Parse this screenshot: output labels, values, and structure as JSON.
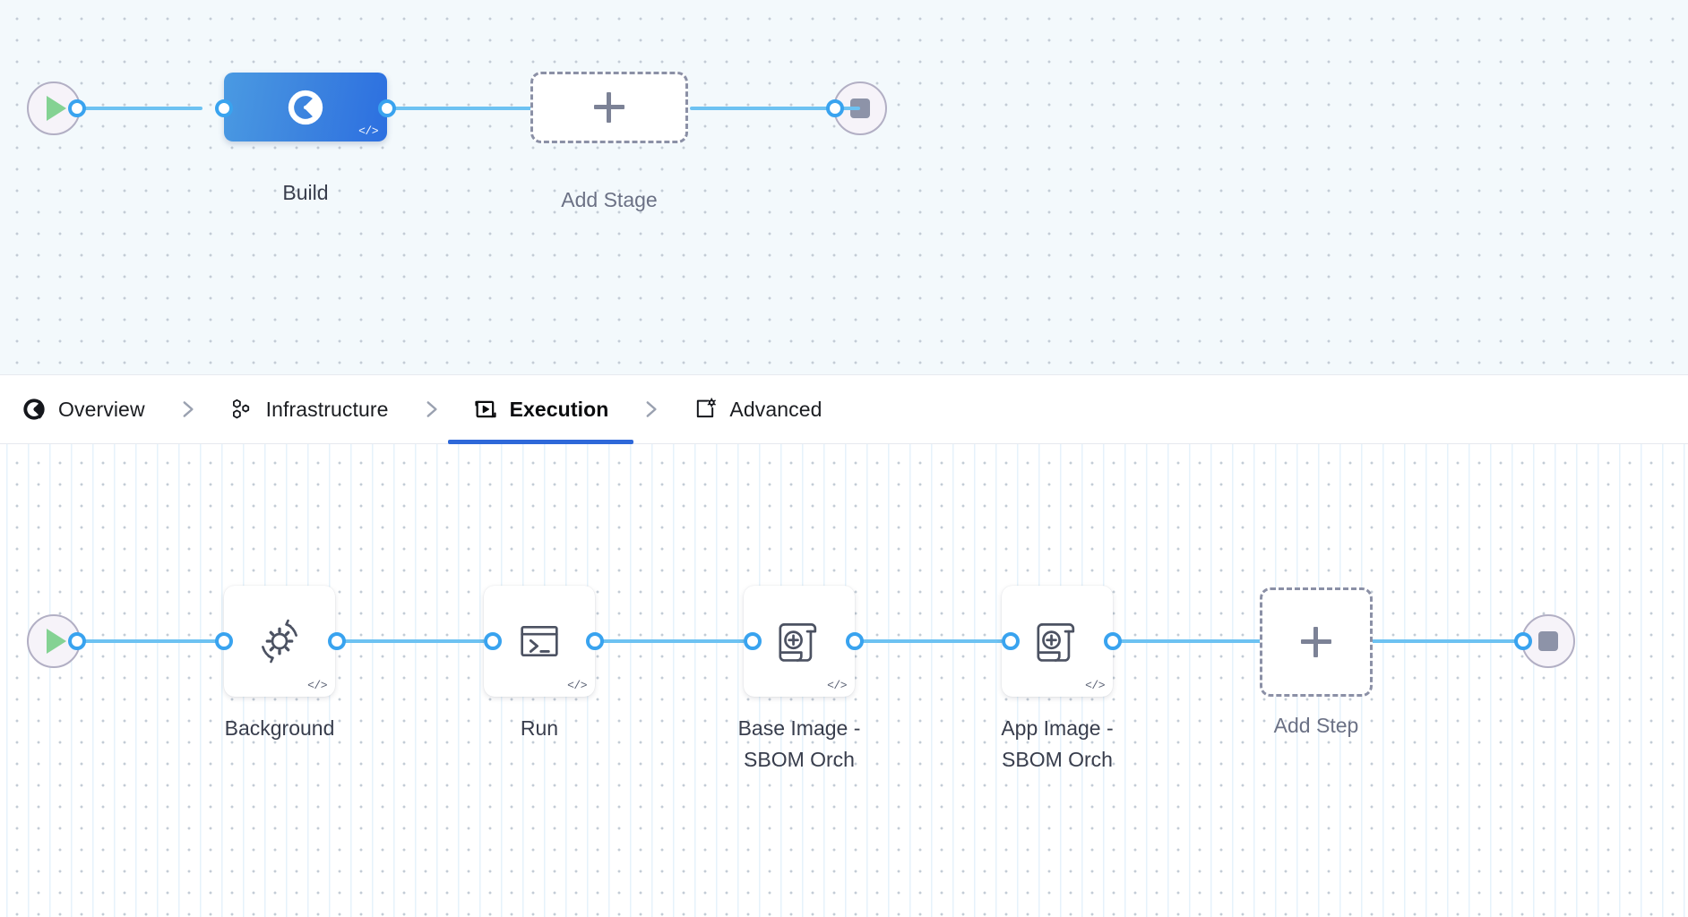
{
  "app": {
    "accent_blue": "#2e68d9",
    "edge_blue": "#6dc2f2",
    "port_blue": "#39a3ef",
    "start_green": "#84d293",
    "stop_gray": "#8d93a8",
    "build_gradient_from": "#4a9ae2",
    "build_gradient_to": "#2c6fe0",
    "code_badge": "</>"
  },
  "stage_canvas": {
    "start_node": {
      "name": "pipeline-start",
      "icon": "play-icon"
    },
    "stages": [
      {
        "label": "Build",
        "icon": "harness-logo-icon",
        "selected": true,
        "code_badge": "</>"
      }
    ],
    "add_stage": {
      "label": "Add Stage",
      "icon": "plus-icon"
    },
    "end_node": {
      "name": "pipeline-end",
      "icon": "stop-icon"
    }
  },
  "tabs": {
    "separator_icon": "chevron-right-icon",
    "items": [
      {
        "label": "Overview",
        "icon": "overview-icon",
        "active": false
      },
      {
        "label": "Infrastructure",
        "icon": "infrastructure-icon",
        "active": false
      },
      {
        "label": "Execution",
        "icon": "execution-icon",
        "active": true
      },
      {
        "label": "Advanced",
        "icon": "advanced-icon",
        "active": false
      }
    ]
  },
  "steps_canvas": {
    "start_node": {
      "name": "execution-start",
      "icon": "play-icon"
    },
    "steps": [
      {
        "label": "Background",
        "icon": "gear-refresh-icon",
        "code_badge": "</>"
      },
      {
        "label": "Run",
        "icon": "terminal-icon",
        "code_badge": "</>"
      },
      {
        "label": "Base Image -\nSBOM Orch",
        "icon": "sbom-scroll-icon",
        "code_badge": "</>"
      },
      {
        "label": "App Image -\nSBOM Orch",
        "icon": "sbom-scroll-icon",
        "code_badge": "</>"
      }
    ],
    "add_step": {
      "label": "Add Step",
      "icon": "plus-icon"
    },
    "end_node": {
      "name": "execution-end",
      "icon": "stop-icon"
    }
  }
}
